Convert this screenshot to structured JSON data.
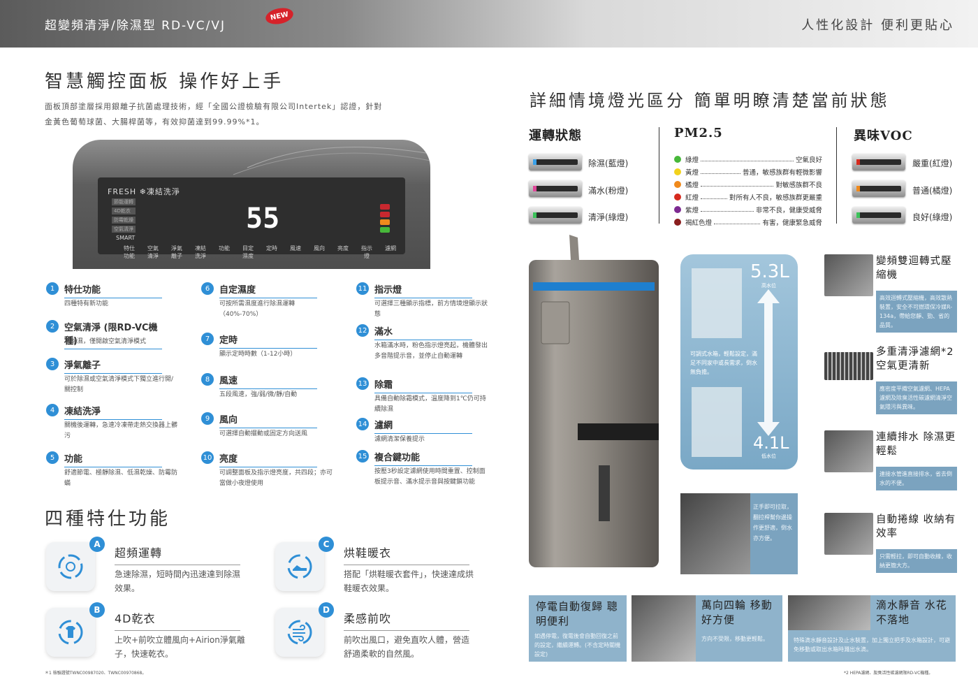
{
  "header": {
    "model_title": "超變頻清淨/除濕型 RD-VC/VJ",
    "new_badge": "NEW",
    "slogan": "人性化設計 便利更貼心"
  },
  "left": {
    "title": "智慧觸控面板 操作好上手",
    "intro_line1": "面板頂部塗層採用銀離子抗菌處理技術，經「全國公證檢驗有限公司Intertek」認證，針對",
    "intro_line2": "金黃色葡萄球菌、大腸桿菌等，有效抑菌達到99.99%*1。",
    "panel": {
      "brand": "FRESH ❄凍結洗淨",
      "display_number": "55",
      "smart_label": "SMART",
      "left_labels": [
        "節能運轉",
        "4D乾衣",
        "防霉乾燥",
        "空氣清淨"
      ],
      "button_labels": [
        "特仕功能",
        "空氣清淨",
        "淨氣離子",
        "凍結洗淨",
        "功能",
        "目定濕度",
        "定時",
        "風速",
        "風向",
        "亮度",
        "指示燈",
        "濾網"
      ]
    },
    "features": [
      {
        "num": "1",
        "title": "特仕功能",
        "desc": "四種特有新功能"
      },
      {
        "num": "2",
        "title": "空氣清淨 (限RD-VC機種)",
        "desc": "不除濕，僅開啟空氣清淨模式"
      },
      {
        "num": "3",
        "title": "淨氣離子",
        "desc": "可於除濕或空氣清淨模式下獨立進行開/關控制"
      },
      {
        "num": "4",
        "title": "凍結洗淨",
        "desc": "關機後運轉，急速冷凍帶走熱交換器上髒污"
      },
      {
        "num": "5",
        "title": "功能",
        "desc": "舒適節電、極靜除濕、低濕乾燥、防霉防蟎"
      },
      {
        "num": "6",
        "title": "自定濕度",
        "desc": "可按所需濕度進行除濕運轉（40%-70%）"
      },
      {
        "num": "7",
        "title": "定時",
        "desc": "顯示定時時數（1-12小時）"
      },
      {
        "num": "8",
        "title": "風速",
        "desc": "五段風速，強/弱/微/靜/自動"
      },
      {
        "num": "9",
        "title": "風向",
        "desc": "可選擇自動擺動或固定方向送風"
      },
      {
        "num": "10",
        "title": "亮度",
        "desc": "可調整面板及指示燈亮度，共四段；亦可當做小夜燈使用"
      },
      {
        "num": "11",
        "title": "指示燈",
        "desc": "可選擇三種顯示指標，前方情境燈顯示狀態"
      },
      {
        "num": "12",
        "title": "滿水",
        "desc": "水箱滿水時，粉色指示燈亮起，機體發出多音階提示音，並停止自動運轉"
      },
      {
        "num": "13",
        "title": "除霜",
        "desc": "具備自動除霜模式，溫度降到1℃仍可持續除濕"
      },
      {
        "num": "14",
        "title": "濾網",
        "desc": "濾網清潔保養提示"
      },
      {
        "num": "15",
        "title": "複合鍵功能",
        "desc": "按壓3秒設定濾網使用時間重置、控制面板提示音、滿水提示音與按鍵鎖功能"
      }
    ],
    "four_title": "四種特仕功能",
    "four": [
      {
        "letter": "A",
        "title": "超頻運轉",
        "desc": "急速除濕，短時間內迅速達到除濕效果。"
      },
      {
        "letter": "B",
        "title": "4D乾衣",
        "desc": "上吹+前吹立體風向+Airion淨氣離子，快速乾衣。"
      },
      {
        "letter": "C",
        "title": "烘鞋暖衣",
        "desc": "搭配「烘鞋暖衣套件」，快速達成烘鞋暖衣效果。"
      },
      {
        "letter": "D",
        "title": "柔感前吹",
        "desc": "前吹出風口，避免直吹人體，營造舒適柔軟的自然風。"
      }
    ],
    "footnote": "＊1 檢驗證號TWNC00987020、TWNC00970868。"
  },
  "right": {
    "title": "詳細情境燈光區分 簡單明瞭清楚當前狀態",
    "status_head": "運轉狀態",
    "status": [
      {
        "label": "除濕(藍燈)",
        "color": "#3aa0e8"
      },
      {
        "label": "滿水(粉燈)",
        "color": "#e0489a"
      },
      {
        "label": "清淨(綠燈)",
        "color": "#3cc25a"
      }
    ],
    "pm_head": "PM2.5",
    "pm": [
      {
        "name": "綠燈",
        "level": "空氣良好",
        "color": "#47b83a"
      },
      {
        "name": "黃燈",
        "level": "普通，敏感族群有輕微影響",
        "color": "#f2d21c"
      },
      {
        "name": "橘燈",
        "level": "對敏感族群不良",
        "color": "#f08a1c"
      },
      {
        "name": "紅燈",
        "level": "對所有人不良，敏感族群更嚴重",
        "color": "#d62a1e"
      },
      {
        "name": "紫燈",
        "level": "非常不良，健康受威脅",
        "color": "#7d2a91"
      },
      {
        "name": "褐紅色燈",
        "level": "有害，健康緊急威脅",
        "color": "#8a1e1e"
      }
    ],
    "voc_head": "異味VOC",
    "voc": [
      {
        "label": "嚴重(紅燈)",
        "color": "#d62a1e"
      },
      {
        "label": "普通(橘燈)",
        "color": "#f08a1c"
      },
      {
        "label": "良好(綠燈)",
        "color": "#3cc25a"
      }
    ],
    "tank": {
      "top_value": "5.3L",
      "top_sub": "高水位",
      "bottom_value": "4.1L",
      "bottom_sub": "低水位",
      "desc": "可調式水箱，輕鬆設定，滿足不同家中或長需求，倒水無負擔。"
    },
    "handle_desc": "正手即可拉取，翻拉桿幫你邊操作更舒適，倒水亦方便。",
    "cards": [
      {
        "title": "變頻雙迴轉式壓縮機",
        "desc": "高效迴轉式壓縮機，高效散熱裝置，安全不可燃環保冷媒R-134a，帶給您靜、勁、省的品質。"
      },
      {
        "title": "多重清淨濾網*2 空氣更清新",
        "desc": "應密度平織空氣濾網、HEPA濾網及除臭活性碳濾網清淨空氣隱污與異味。"
      },
      {
        "title": "連續排水 除濕更輕鬆",
        "desc": "連接水管進直接排水，省去倒水的不便。"
      },
      {
        "title": "自動捲線 收納有效率",
        "desc": "只需輕拉，即可自動收線，收納更簡大方。"
      }
    ],
    "bottom": [
      {
        "title": "停電自動復歸 聰明便利",
        "desc": "如遇停電，復電後會自動回復之前的設定，繼續運轉。(不含定時關機設定)"
      },
      {
        "title": "萬向四輪 移動好方便",
        "desc": "方向不受限，移動更輕鬆。"
      },
      {
        "title": "滴水靜音 水花不落地",
        "desc": "特殊滴水靜音設計及止水裝置，加上獨立把手及水箱設計，可避免移動或取出水箱時濺出水滴。"
      }
    ],
    "footnote": "*2 HEPA濾網、脫臭活性碳濾網限RD-VC機種。"
  }
}
